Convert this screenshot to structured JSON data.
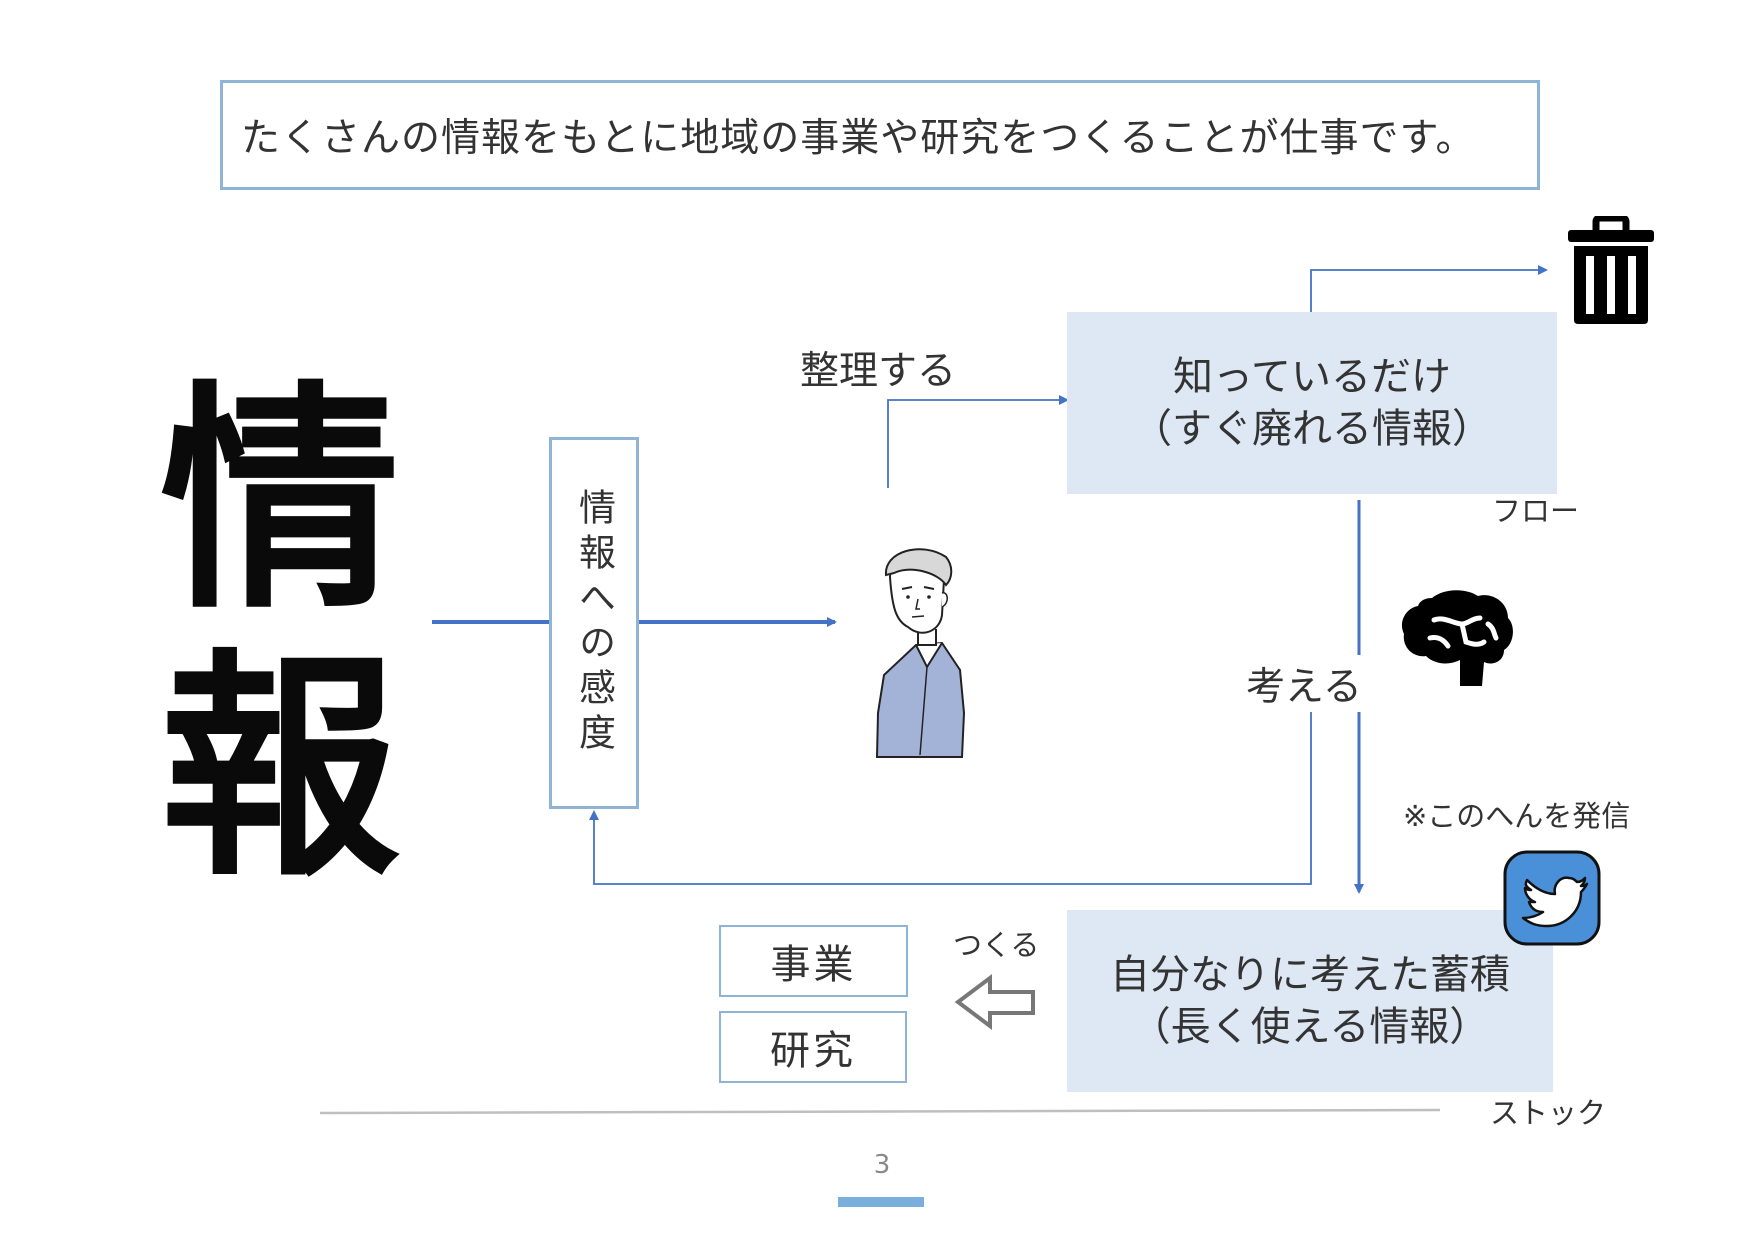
{
  "headline": "たくさんの情報をもとに地域の事業や研究をつくることが仕事です。",
  "big_kanji": [
    "情",
    "報"
  ],
  "sensitivity_box": "情報への感度",
  "label_organize": "整理する",
  "flow_box": {
    "line1": "知っているだけ",
    "line2": "（すぐ廃れる情報）"
  },
  "flow_label": "フロー",
  "label_think": "考える",
  "note_publish": "※このへんを発信",
  "stock_box": {
    "line1": "自分なりに考えた蓄積",
    "line2": "（長く使える情報）"
  },
  "stock_label": "ストック",
  "label_create": "つくる",
  "outputs": [
    "事業",
    "研究"
  ],
  "page_number": "3",
  "icons": [
    "trash-icon",
    "brain-icon",
    "twitter-icon",
    "person-illustration",
    "hollow-arrow-left-icon"
  ],
  "colors": {
    "box_border": "#8fb4d4",
    "panel_fill": "#dde8f4",
    "arrow_blue": "#4472c4",
    "page_bar": "#7aaedc",
    "twitter": "#4a90d8",
    "suit": "#a3b3d8"
  }
}
